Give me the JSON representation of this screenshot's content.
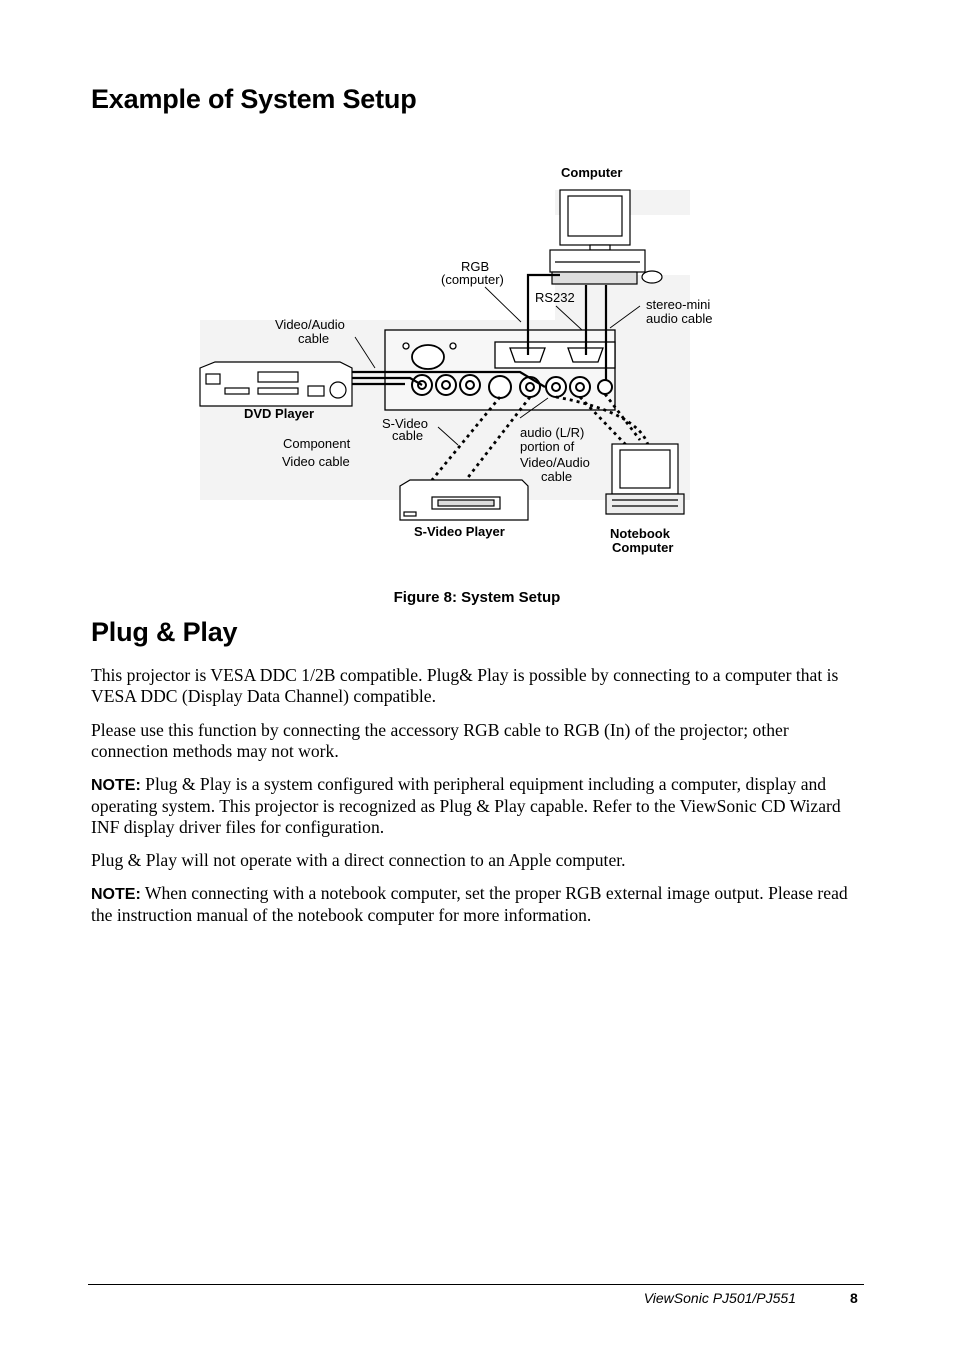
{
  "headings": {
    "system_setup": "Example of System Setup",
    "plug_play": "Plug & Play"
  },
  "diagram": {
    "computer": "Computer",
    "rgb_line1": "RGB",
    "rgb_line2": "(computer)",
    "rs232": "RS232",
    "stereo_line1": "stereo-mini",
    "stereo_line2": "audio cable",
    "va_line1": "Video/Audio",
    "va_line2": "cable",
    "dvd_player": "DVD Player",
    "component_line1": "Component",
    "component_line2": "Video cable",
    "svideo_line1": "S-Video",
    "svideo_line2": "cable",
    "audio_line1": "audio (L/R)",
    "audio_line2": "portion of",
    "audio_line3": "Video/Audio",
    "audio_line4": "cable",
    "svideo_player": "S-Video Player",
    "notebook_line1": "Notebook",
    "notebook_line2": "Computer"
  },
  "caption": "Figure 8: System Setup",
  "paragraphs": {
    "p1": "This projector is VESA DDC 1/2B compatible. Plug& Play is possible by connecting to a computer that is VESA DDC (Display Data Channel) compatible.",
    "p2": "Please use this function by connecting the accessory RGB cable to RGB (In) of the projector; other connection methods may not work.",
    "p3_label": "NOTE:",
    "p3_text": " Plug & Play is a system configured with peripheral equipment including a computer, display and operating system. This projector is recognized as Plug & Play capable. Refer to the ViewSonic CD Wizard INF display driver files for configuration.",
    "p4": "Plug & Play will not operate with a direct connection to an Apple computer.",
    "p5_label": "NOTE:",
    "p5_text": " When connecting with a notebook computer, set the proper RGB external image output. Please read the instruction manual of the notebook computer for more information."
  },
  "footer": {
    "product": "ViewSonic  PJ501/PJ551",
    "page": "8"
  }
}
